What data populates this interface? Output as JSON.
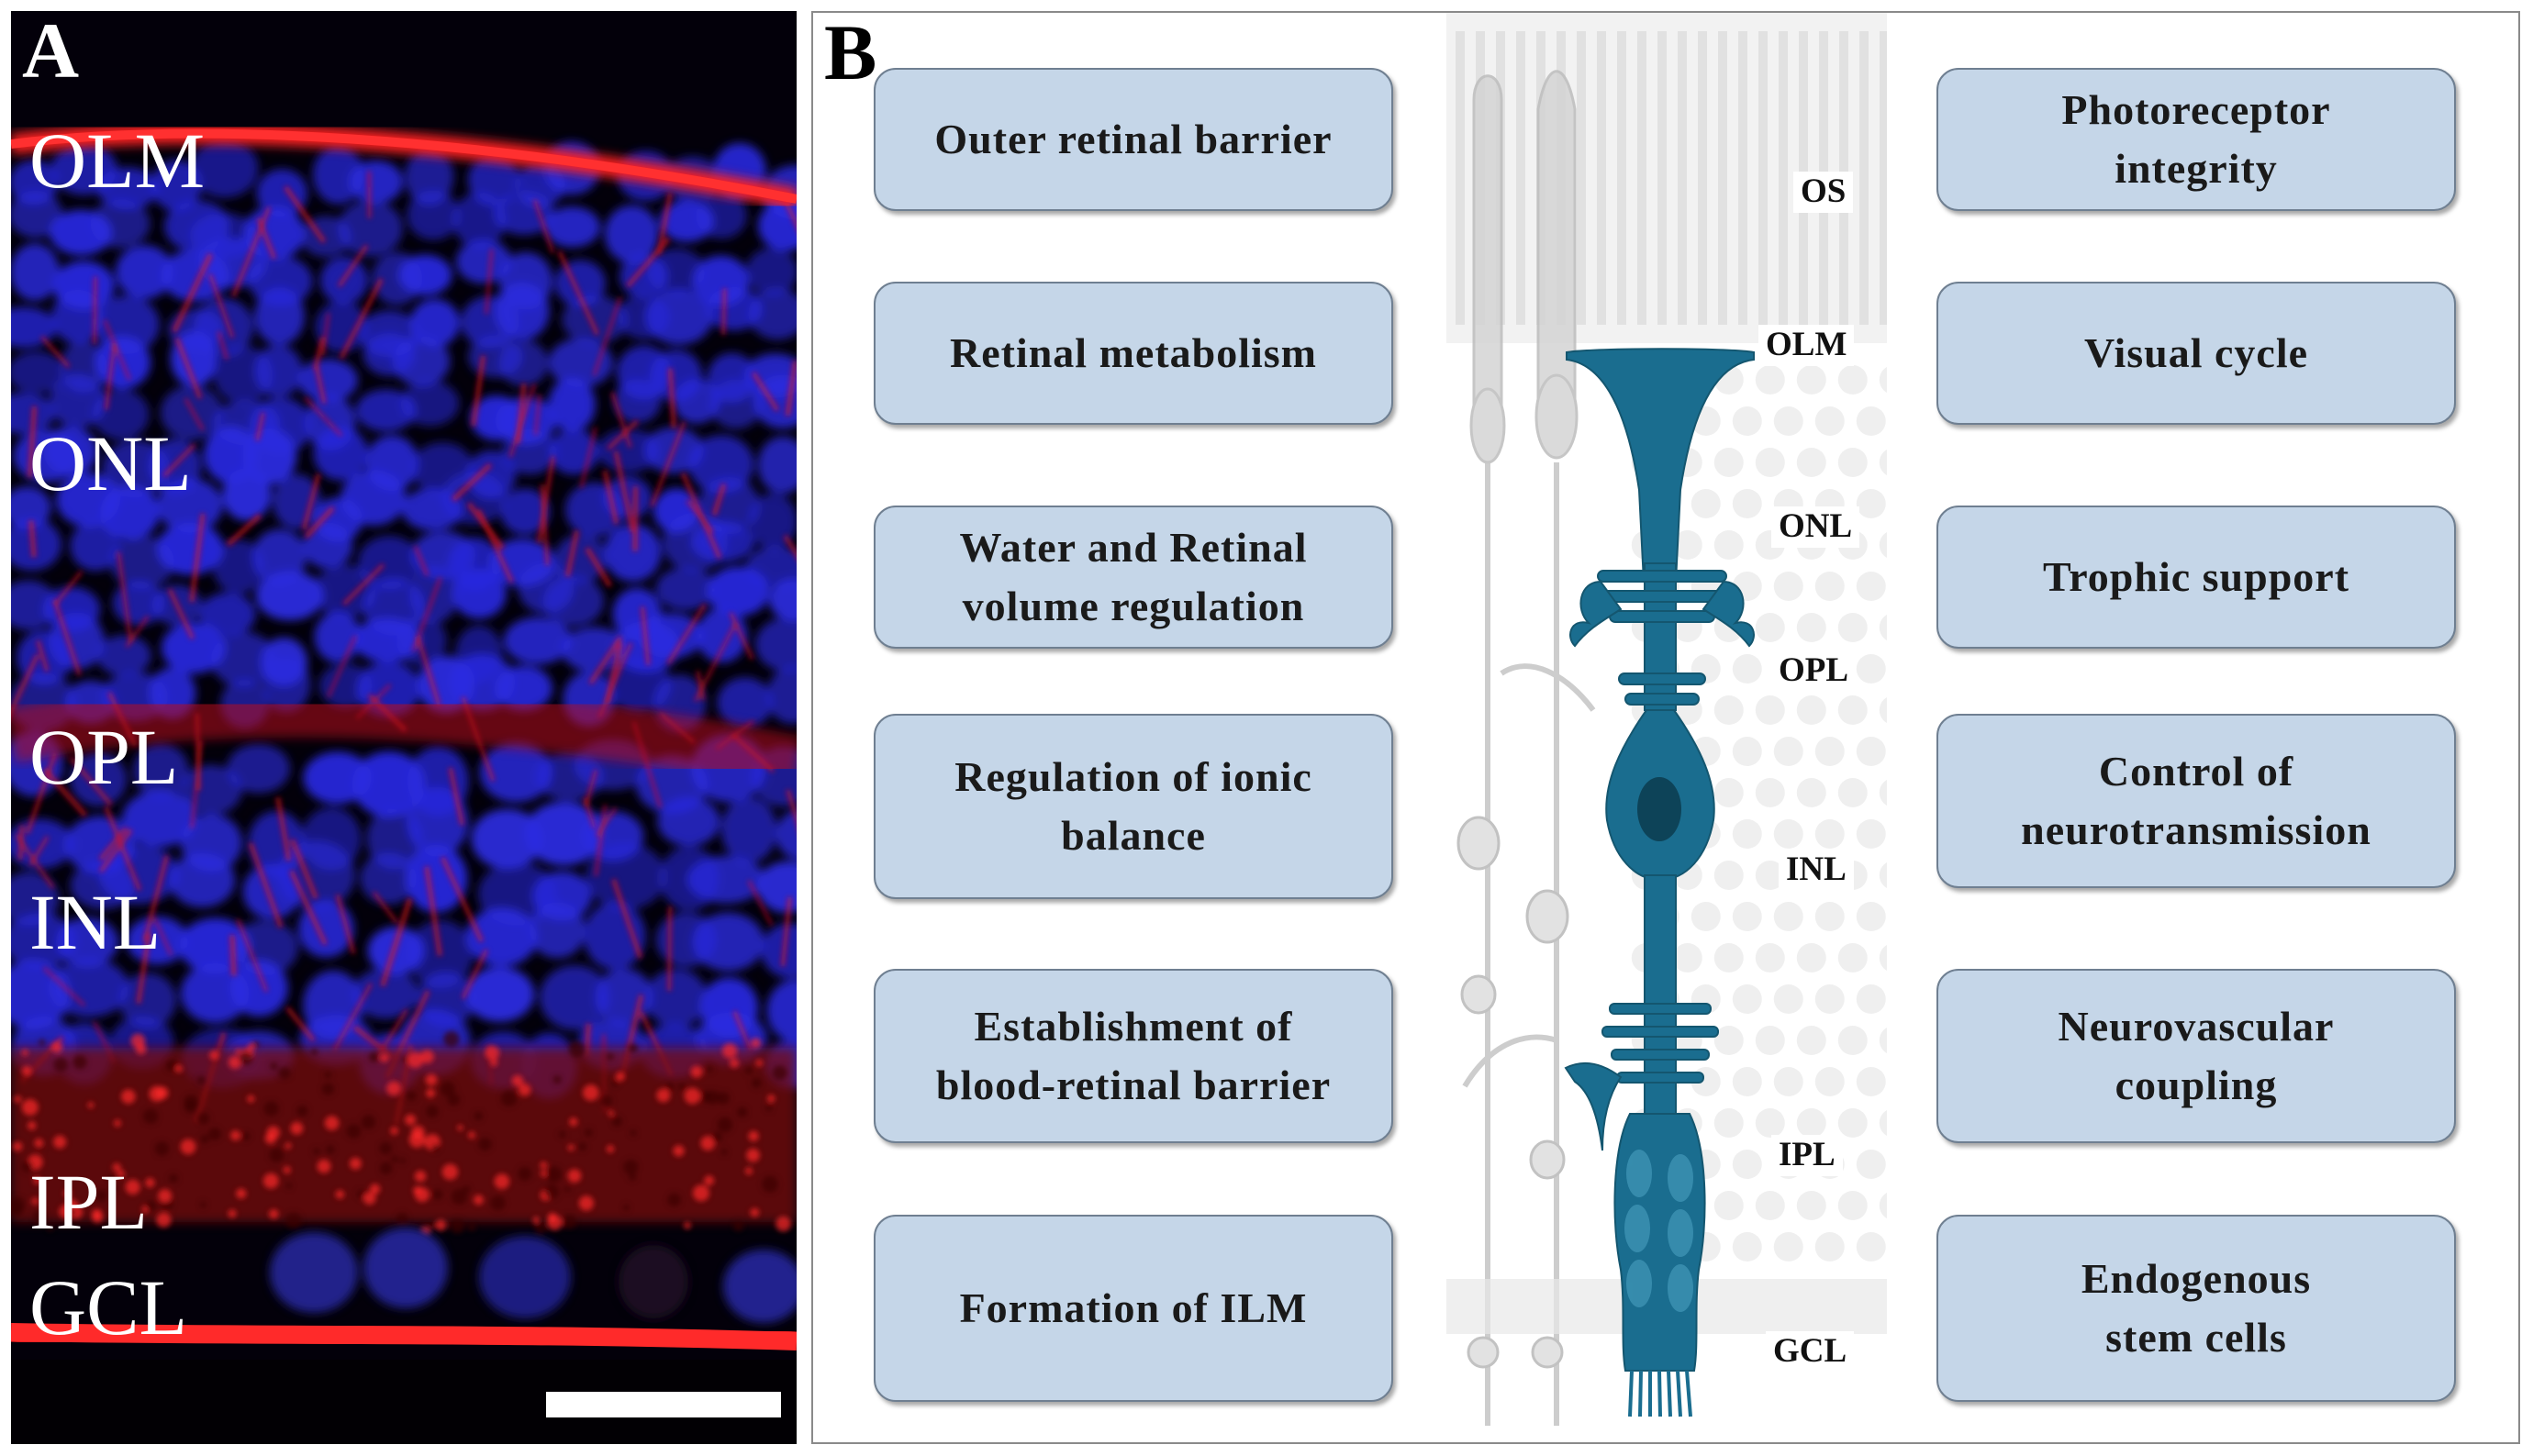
{
  "panel_a": {
    "letter": "A",
    "layers": [
      "OLM",
      "ONL",
      "OPL",
      "INL",
      "IPL",
      "GCL"
    ]
  },
  "panel_b": {
    "letter": "B",
    "left_functions": [
      "Outer retinal barrier",
      "Retinal metabolism",
      "Water and Retinal\nvolume  regulation",
      "Regulation of ionic\nbalance",
      "Establishment  of\nblood-retinal barrier",
      "Formation of ILM"
    ],
    "right_functions": [
      "Photoreceptor\nintegrity",
      "Visual cycle",
      "Trophic support",
      "Control of\nneurotransmission",
      "Neurovascular\ncoupling",
      "Endogenous\n stem cells"
    ],
    "layer_labels": [
      "OS",
      "OLM",
      "ONL",
      "OPL",
      "INL",
      "IPL",
      "GCL"
    ]
  },
  "colors": {
    "membrane_red": "#ff1a1a",
    "nuclei_blue": "#2a2ae0",
    "muller_cell": "#1a6d8f",
    "box_fill": "#c5d6e8"
  }
}
